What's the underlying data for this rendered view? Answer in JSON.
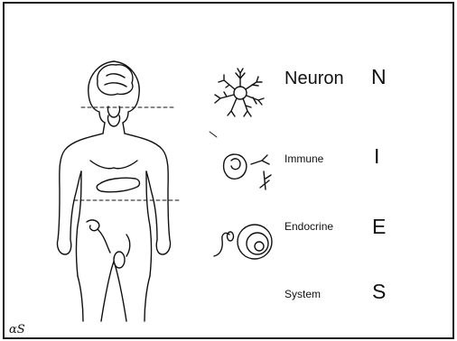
{
  "labels": {
    "neuron": "Neuron",
    "immune": "Immune",
    "endocrine": "Endocrine",
    "system": "System"
  },
  "acronym": [
    "N",
    "I",
    "E",
    "S"
  ],
  "corner_mark": "αS",
  "icons": {
    "neuron": "neuron-cell-icon",
    "immune": "lymphocyte-antibody-icon",
    "endocrine": "sperm-egg-cell-icon"
  },
  "colors": {
    "ink": "#111111",
    "background": "#ffffff"
  }
}
